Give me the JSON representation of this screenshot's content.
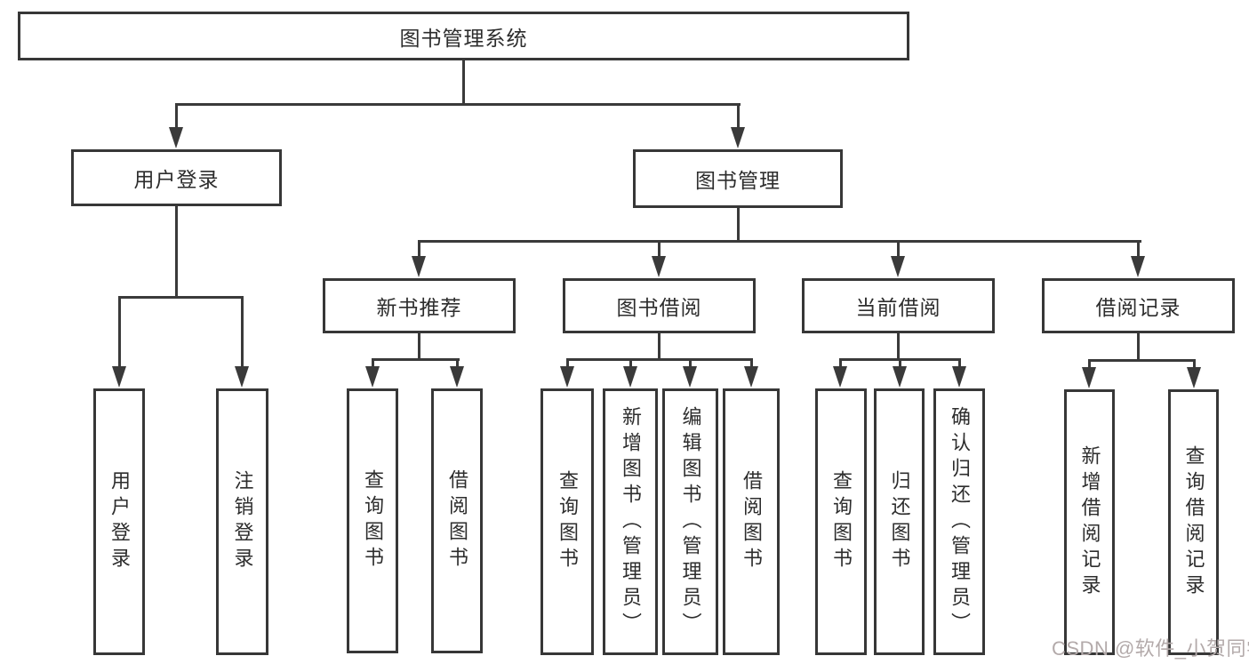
{
  "diagram": {
    "title": "图书管理系统",
    "nodes": {
      "root": "图书管理系统",
      "user_login": "用户登录",
      "book_mgmt": "图书管理",
      "v_user_login": "用户登录",
      "v_logout": "注销登录",
      "new_book_rec": "新书推荐",
      "book_borrow": "图书借阅",
      "current_borrow": "当前借阅",
      "borrow_records": "借阅记录",
      "v_query_book_rec": "查询图书",
      "v_borrow_book_rec": "借阅图书",
      "v_query_book_borrow": "查询图书",
      "v_add_book_admin": "新增图书（管理员）",
      "v_edit_book_admin": "编辑图书（管理员）",
      "v_borrow_book_main": "借阅图书",
      "v_query_book_current": "查询图书",
      "v_return_book": "归还图书",
      "v_confirm_return_admin": "确认归还（管理员）",
      "v_add_borrow_record": "新增借阅记录",
      "v_query_borrow_record": "查询借阅记录"
    },
    "hierarchy": {
      "图书管理系统": {
        "用户登录": [
          "用户登录",
          "注销登录"
        ],
        "图书管理": {
          "新书推荐": [
            "查询图书",
            "借阅图书"
          ],
          "图书借阅": [
            "查询图书",
            "新增图书（管理员）",
            "编辑图书（管理员）",
            "借阅图书"
          ],
          "当前借阅": [
            "查询图书",
            "归还图书",
            "确认归还（管理员）"
          ],
          "借阅记录": [
            "新增借阅记录",
            "查询借阅记录"
          ]
        }
      }
    },
    "line_color": "#3a3a3a",
    "border_color": "#373737"
  },
  "watermark": {
    "text": "CSDN @软件_小贺同学",
    "color": "#b3aaaa"
  }
}
